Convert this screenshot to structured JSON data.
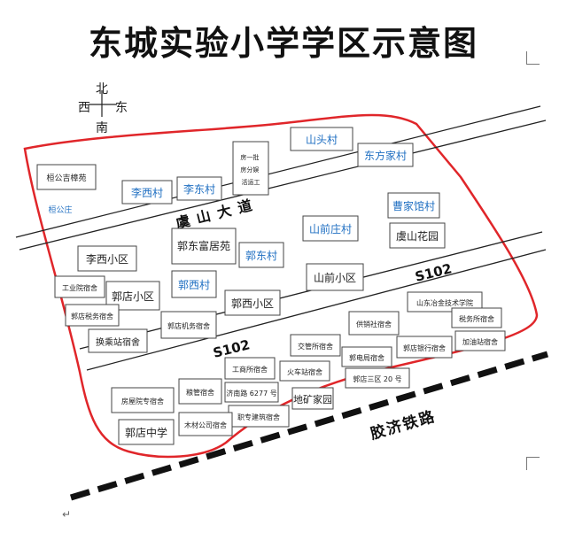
{
  "title": "东城实验小学学区示意图",
  "compass": {
    "north": "北",
    "south": "南",
    "west": "西",
    "east": "东"
  },
  "roads": {
    "main_avenue": "虞山大道",
    "s102_upper": "S102",
    "s102_lower": "S102",
    "railway": "胶济铁路"
  },
  "paragraph_mark": "↵",
  "colors": {
    "boundary": "#e0262a",
    "blue_label": "#1f6fc2",
    "black_label": "#222222",
    "box_border": "#444444"
  },
  "areas": [
    {
      "id": "huangonghuyuan",
      "label": "桓公吉樟苑",
      "color": "black"
    },
    {
      "id": "huangongzhuang",
      "label": "桓公庄",
      "color": "blue"
    },
    {
      "id": "lixicun",
      "label": "李西村",
      "color": "blue"
    },
    {
      "id": "lidongcun",
      "label": "李东村",
      "color": "blue"
    },
    {
      "id": "dongyipinshi",
      "label": "房一批\n房分娱\n活运工",
      "color": "black"
    },
    {
      "id": "shantoucun",
      "label": "山头村",
      "color": "blue"
    },
    {
      "id": "dongfangjiacun",
      "label": "东方家村",
      "color": "blue"
    },
    {
      "id": "caojiaguancun",
      "label": "曹家馆村",
      "color": "blue"
    },
    {
      "id": "shanqianzhuangcun",
      "label": "山前庄村",
      "color": "blue"
    },
    {
      "id": "yushanhuayuan",
      "label": "虞山花园",
      "color": "black"
    },
    {
      "id": "lixixiaoqu",
      "label": "李西小区",
      "color": "black"
    },
    {
      "id": "guodongfujuyuan",
      "label": "郭东富居苑",
      "color": "black"
    },
    {
      "id": "guodongcun",
      "label": "郭东村",
      "color": "blue"
    },
    {
      "id": "gongshangyuansushe",
      "label": "工业院宿舍",
      "color": "black"
    },
    {
      "id": "guodianxiaoqu",
      "label": "郭店小区",
      "color": "black"
    },
    {
      "id": "guoxicun",
      "label": "郭西村",
      "color": "blue"
    },
    {
      "id": "guoxixiaoqu",
      "label": "郭西小区",
      "color": "black"
    },
    {
      "id": "shanqianxiaoqu",
      "label": "山前小区",
      "color": "black"
    },
    {
      "id": "guodianshuiwusushe",
      "label": "郭店税务宿舍",
      "color": "black"
    },
    {
      "id": "guodianjiwusushe",
      "label": "郭店机务宿舍",
      "color": "black"
    },
    {
      "id": "huanjizhansushe",
      "label": "换乘站宿舍",
      "color": "black"
    },
    {
      "id": "shandongyejinjishu",
      "label": "山东冶金技术学院",
      "color": "black"
    },
    {
      "id": "gongxiaosheshe",
      "label": "供销社宿舍",
      "color": "black"
    },
    {
      "id": "shuiwusuosushe",
      "label": "税务所宿舍",
      "color": "black"
    },
    {
      "id": "jiayouzhansushe",
      "label": "加油站宿舍",
      "color": "black"
    },
    {
      "id": "jiaoguansuosushe",
      "label": "交管所宿舍",
      "color": "black"
    },
    {
      "id": "guodianyinhangsushe",
      "label": "郭店银行宿舍",
      "color": "black"
    },
    {
      "id": "gongshangsuosushe",
      "label": "工商所宿舍",
      "color": "black"
    },
    {
      "id": "huochezhansushe",
      "label": "火车站宿舍",
      "color": "black"
    },
    {
      "id": "guodianjusushe",
      "label": "郭电局宿舍",
      "color": "black"
    },
    {
      "id": "jinanlu6277",
      "label": "济南路 6277 号",
      "color": "black"
    },
    {
      "id": "guodiansanqu20",
      "label": "郭店三区 20 号",
      "color": "black"
    },
    {
      "id": "guanguocunzhuan",
      "label": "房屋院专宿舍",
      "color": "black"
    },
    {
      "id": "liangshisushe",
      "label": "粮管宿舍",
      "color": "black"
    },
    {
      "id": "zhiyejiaoyusushe",
      "label": "职专建筑宿舍",
      "color": "black"
    },
    {
      "id": "dikuangjiayuan",
      "label": "地矿家园",
      "color": "black"
    },
    {
      "id": "guodianzhongxue",
      "label": "郭店中学",
      "color": "black"
    },
    {
      "id": "mucaigongsisushe",
      "label": "木材公司宿舍",
      "color": "black"
    }
  ]
}
